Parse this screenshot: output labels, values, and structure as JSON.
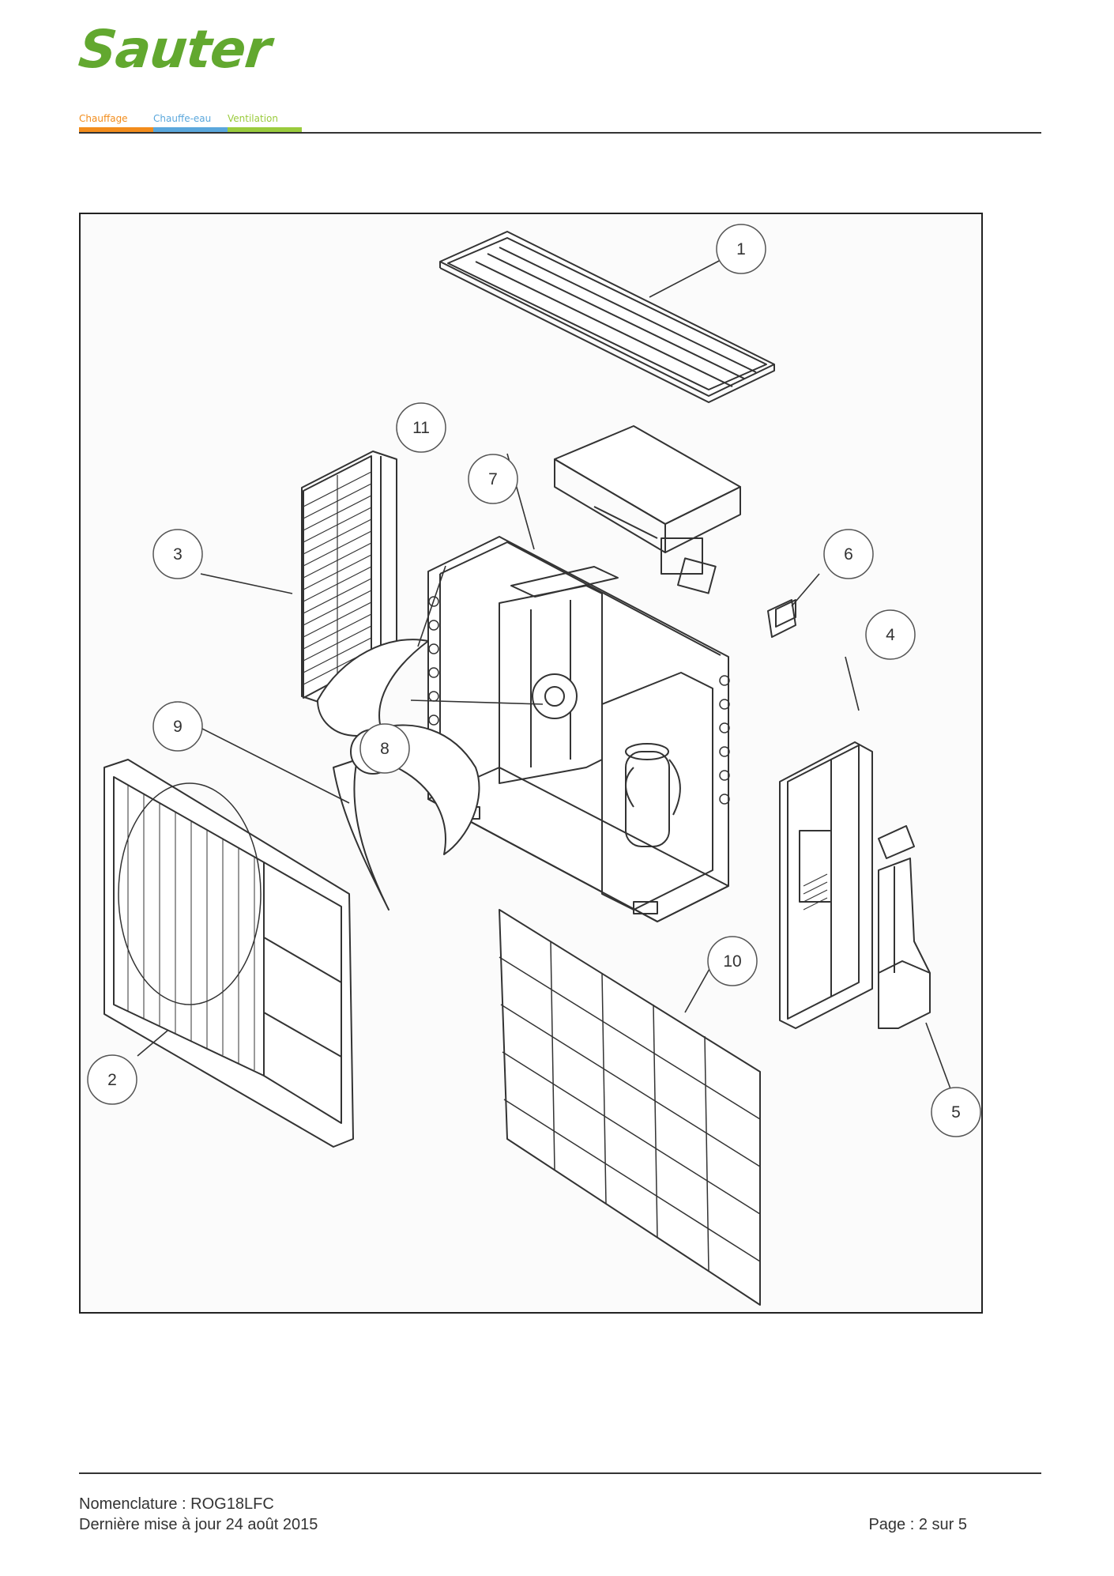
{
  "header": {
    "logo_text": "Sauter",
    "categories": [
      {
        "label": "Chauffage",
        "color": "#f28c1b"
      },
      {
        "label": "Chauffe-eau",
        "color": "#5aa7dc"
      },
      {
        "label": "Ventilation",
        "color": "#9acb3c"
      }
    ]
  },
  "figure": {
    "callouts": [
      "1",
      "2",
      "3",
      "4",
      "5",
      "6",
      "7",
      "8",
      "9",
      "10",
      "11"
    ]
  },
  "footer": {
    "nomenclature": "Nomenclature : ROG18LFC",
    "update": "Dernière mise à jour 24 août 2015",
    "page": "Page : 2 sur 5"
  }
}
